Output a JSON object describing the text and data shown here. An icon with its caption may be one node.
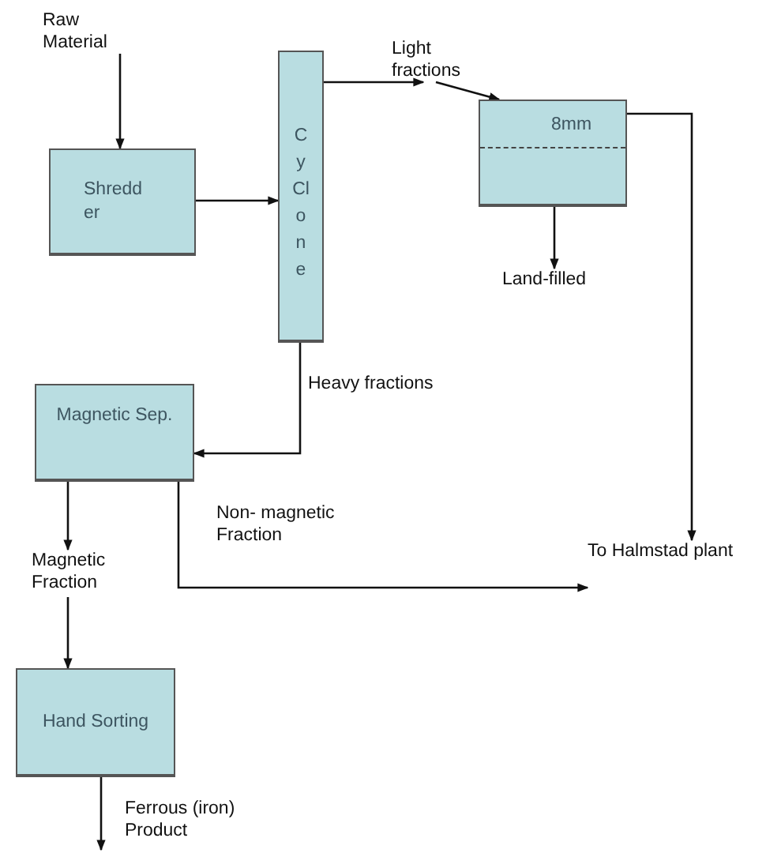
{
  "diagram": {
    "nodes": [
      {
        "text": [
          "Raw Material"
        ]
      },
      {
        "text": [
          "Shredd er"
        ]
      },
      {
        "text": [
          "C y Cl o n e"
        ]
      },
      {
        "text": [
          "Light fractions"
        ]
      },
      {
        "text": [
          "8mm"
        ]
      },
      {
        "text": [
          "Land-filled"
        ]
      },
      {
        "text": [
          "Magnetic Sep."
        ]
      },
      {
        "text": [
          "Magnetic Fraction"
        ]
      },
      {
        "text": [
          "Hand Sorting"
        ]
      },
      {
        "text": [
          "To Halmstad plant"
        ]
      }
    ],
    "edges": [
      {
        "from": 0,
        "to": 1,
        "arrow": "to"
      },
      {
        "from": 1,
        "to": 2,
        "arrow": "to"
      },
      {
        "from": 2,
        "to": 3,
        "arrow": "to"
      },
      {
        "from": 3,
        "to": 4,
        "arrow": "to"
      },
      {
        "from": 4,
        "to": 9,
        "arrow": "to"
      },
      {
        "from": 4,
        "to": 5,
        "arrow": "to"
      },
      {
        "from": 2,
        "to": 6,
        "arrow": "to",
        "label": "Heavy fractions"
      },
      {
        "from": 6,
        "to": 9,
        "arrow": "to",
        "label": "Non- magnetic Fraction"
      },
      {
        "from": 6,
        "to": 7,
        "arrow": "to"
      },
      {
        "from": 7,
        "to": 8,
        "arrow": "to"
      },
      {
        "from": 8,
        "to": null,
        "arrow": "to",
        "label": "Ferrous (iron) Product"
      }
    ]
  }
}
